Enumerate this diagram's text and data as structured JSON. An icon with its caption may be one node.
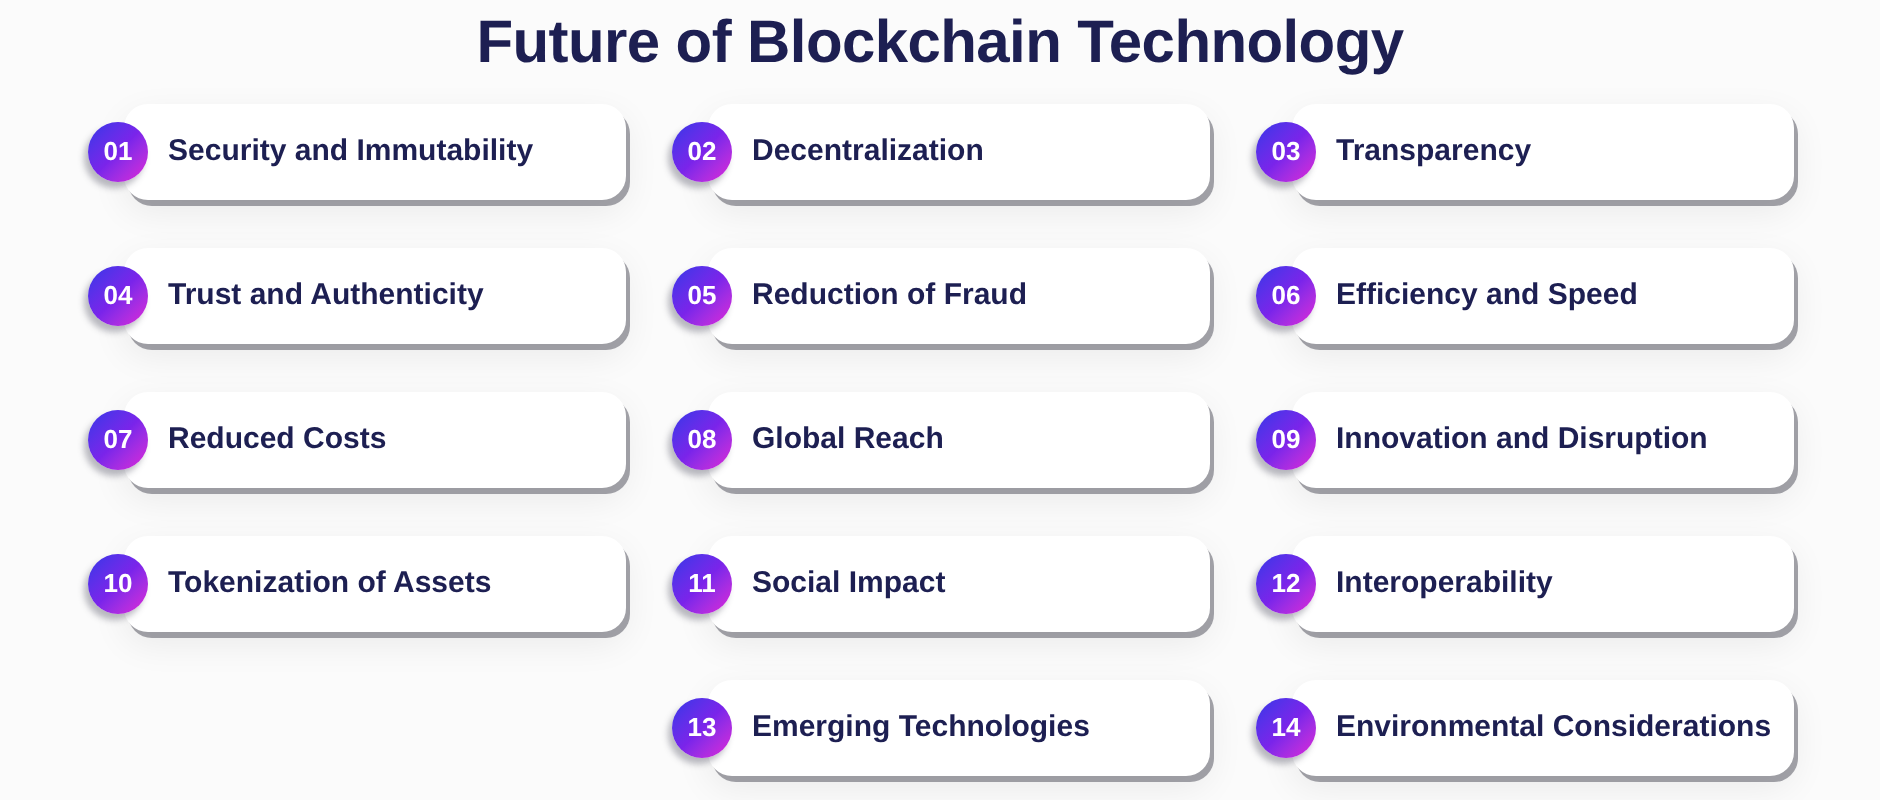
{
  "diagram": {
    "title": "Future of Blockchain Technology",
    "nodes": [
      {
        "text": [
          "01",
          "Security and Immutability"
        ]
      },
      {
        "text": [
          "02",
          "Decentralization"
        ]
      },
      {
        "text": [
          "03",
          "Transparency"
        ]
      },
      {
        "text": [
          "04",
          "Trust and Authenticity"
        ]
      },
      {
        "text": [
          "05",
          "Reduction of Fraud"
        ]
      },
      {
        "text": [
          "06",
          "Efficiency and Speed"
        ]
      },
      {
        "text": [
          "07",
          "Reduced Costs"
        ]
      },
      {
        "text": [
          "08",
          "Global Reach"
        ]
      },
      {
        "text": [
          "09",
          "Innovation and Disruption"
        ]
      },
      {
        "text": [
          "10",
          "Tokenization of Assets"
        ]
      },
      {
        "text": [
          "11",
          "Social Impact"
        ]
      },
      {
        "text": [
          "12",
          "Interoperability"
        ]
      },
      {
        "text": [
          "13",
          "Emerging Technologies"
        ]
      },
      {
        "text": [
          "14",
          "Environmental Considerations"
        ]
      }
    ]
  }
}
